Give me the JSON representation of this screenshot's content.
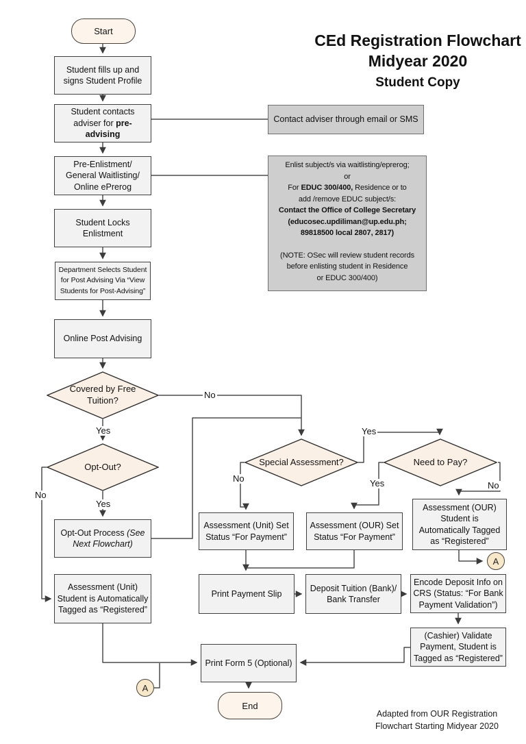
{
  "title": {
    "line1": "CEd Registration Flowchart",
    "line2": "Midyear 2020",
    "line3": "Student Copy"
  },
  "attribution": {
    "line1": "Adapted from OUR Registration",
    "line2": "Flowchart Starting Midyear 2020"
  },
  "edge_labels": {
    "yes": "Yes",
    "no": "No"
  },
  "nodes": {
    "start": "Start",
    "fill_profile": "Student fills up and signs Student Profile",
    "contact_adviser_pre": "Student contacts adviser for ",
    "contact_adviser_bold": "pre-advising",
    "pre_enlistment_line1": "Pre-Enlistment/",
    "pre_enlistment_line2": "General Waitlisting/",
    "pre_enlistment_line3": "Online ePrerog",
    "lock_enlistment": "Student Locks Enlistment",
    "dept_selects": "Department Selects Student for Post Advising Via “View Students for Post-Advising”",
    "online_post_advising": "Online Post Advising",
    "free_tuition_q": "Covered by Free Tuition?",
    "opt_out_q": "Opt-Out?",
    "opt_out_process_pre": "Opt-Out Process ",
    "opt_out_process_italic": "(See Next Flowchart)",
    "assess_unit_registered": "Assessment (Unit) Student is Automatically Tagged as “Registered”",
    "special_assessment_q": "Special Assessment?",
    "need_to_pay_q": "Need to Pay?",
    "assess_unit_set": "Assessment (Unit) Set Status “For Payment”",
    "assess_our_set": "Assessment (OUR) Set Status “For Payment”",
    "assess_our_registered": "Assessment (OUR) Student is Automatically Tagged as “Registered”",
    "print_payment_slip": "Print Payment Slip",
    "deposit_line1": "Deposit Tuition (Bank)/",
    "deposit_line2": "Bank Transfer",
    "encode_deposit": "Encode Deposit Info on CRS (Status: “For Bank Payment Validation”)",
    "cashier_validate": "(Cashier) Validate Payment, Student is Tagged as “Registered”",
    "print_form5": "Print Form 5 (Optional)",
    "end": "End",
    "connector_a": "A"
  },
  "callouts": {
    "contact_note": "Contact adviser through email or SMS",
    "enlist_note": {
      "line1": "Enlist subject/s via waitlisting/eprerog;",
      "line2": "or",
      "line3_pre": "For ",
      "line3_bold": "EDUC 300/400,",
      "line3_post": " Residence or to",
      "line4": "add /remove EDUC subject/s:",
      "line5_bold": "Contact the Office of College Secretary",
      "line6_bold": "(educosec.updiliman@up.edu.ph;",
      "line7_bold": "89818500 local 2807, 2817)",
      "note_line1": "(NOTE: OSec will review student records",
      "note_line2": "before enlisting student in Residence",
      "note_line3": "or EDUC 300/400)"
    }
  },
  "colors": {
    "process_fill": "#f2f2f2",
    "process_border": "#404040",
    "decision_fill": "#fbf0e6",
    "terminal_fill": "#fdf4ec",
    "note_fill": "#cecece",
    "note_border": "#6e6e6e",
    "connector_badge_fill": "#f6e8c8",
    "line_color": "#4d4d4d"
  }
}
